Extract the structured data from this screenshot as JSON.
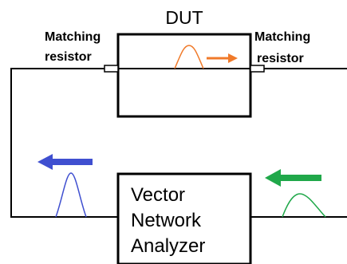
{
  "dut": {
    "label": "DUT"
  },
  "matching_left": {
    "line1": "Matching",
    "line2": "resistor"
  },
  "matching_right": {
    "line1": "Matching",
    "line2": "resistor"
  },
  "vna": {
    "line1": "Vector",
    "line2": "Network",
    "line3": "Analyzer"
  },
  "colors": {
    "incident": "#f07a2a",
    "reflected": "#3f4fd0",
    "transmitted": "#20a84a",
    "line": "#000000"
  },
  "icons": {
    "incident_arrow": "arrow-right",
    "reflected_arrow": "arrow-left",
    "transmitted_arrow": "arrow-left"
  }
}
